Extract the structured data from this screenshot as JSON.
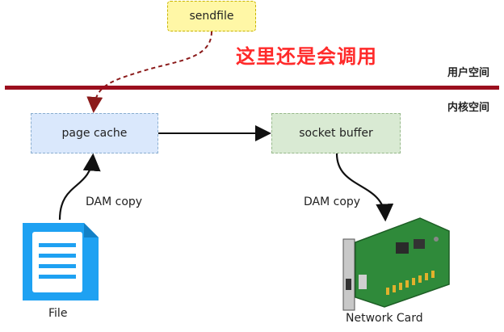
{
  "nodes": {
    "sendfile": "sendfile",
    "page_cache": "page cache",
    "socket_buffer": "socket buffer"
  },
  "note": "这里还是会调用",
  "spaces": {
    "user": "用户空间",
    "kernel": "内核空间"
  },
  "edges": {
    "file_to_page_cache": "DAM copy",
    "socket_to_nic": "DAM copy"
  },
  "captions": {
    "file": "File",
    "network_card": "Network Card"
  },
  "colors": {
    "divider": "#9b0f1e",
    "note": "#ff2a2a",
    "sendfile_fill": "#fff7a6",
    "page_cache_fill": "#dae8fc",
    "socket_buffer_fill": "#d9ead3",
    "file_icon": "#1ea1f2",
    "nic_board": "#2f8a3a"
  },
  "icons": [
    "file-icon",
    "network-card-icon"
  ]
}
